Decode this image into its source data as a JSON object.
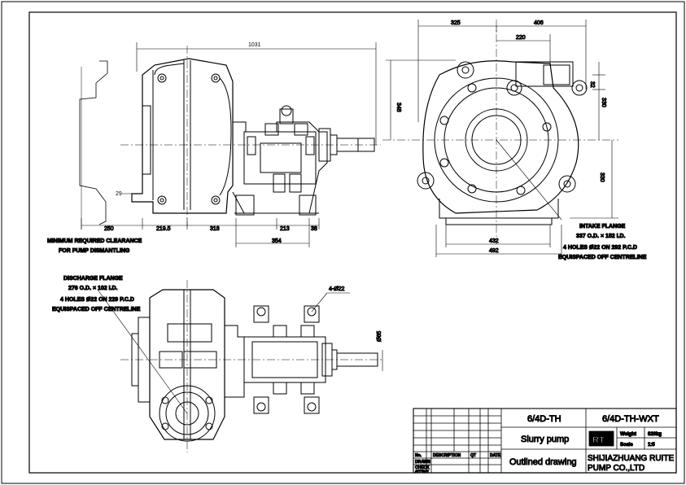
{
  "dimensions": {
    "overall_length": "1031",
    "width_325": "325",
    "width_406": "406",
    "width_220": "220",
    "height_348": "348",
    "height_330_upper": "330",
    "height_32": "32",
    "height_330_lower": "330",
    "offset_29": "29",
    "base_250": "250",
    "base_219_5": "219.5",
    "base_318": "318",
    "base_213": "213",
    "base_38": "38",
    "base_354": "354",
    "base_432": "432",
    "base_492": "492",
    "shaft_dia": "Ø65",
    "bolt_holes": "4-Ø22"
  },
  "notes": {
    "clearance_line1": "MINIMUM REQUIRED CLEARANCE",
    "clearance_line2": "FOR PUMP DISMANTLING",
    "discharge_title": "DISCHARGE FLANGE",
    "discharge_spec": "276 O.D. × 102 I.D.",
    "discharge_holes": "4 HOLES Ø22 ON 229 P.C.D",
    "discharge_equi": "EQUISPACED OFF CENTRELINE",
    "intake_title": "INTAKE FLANGE",
    "intake_spec": "337 O.D. × 152 I.D.",
    "intake_holes": "4 HOLES Ø22 ON 292 P.C.D",
    "intake_equi": "EQUISPACED OFF CENTRELINE"
  },
  "title_block": {
    "model": "6/4D-TH",
    "drawing_no": "6/4D-TH-WXT",
    "logo": "RT",
    "weight_label": "Weight",
    "weight_value": "820kg",
    "scale_label": "Scale",
    "scale_value": "1:5",
    "product": "Slurry pump",
    "drawing_type": "Outlined drawing",
    "company_line1": "SHIJIAZHUANG RUITE",
    "company_line2": "PUMP CO.,LTD",
    "col_no": "No.",
    "col_desc": "DESCRIPTION",
    "col_qty": "QT",
    "col_date": "DATE",
    "row_drawn": "DRAWN",
    "row_check": "CHECK",
    "row_approv": "APPROV"
  }
}
